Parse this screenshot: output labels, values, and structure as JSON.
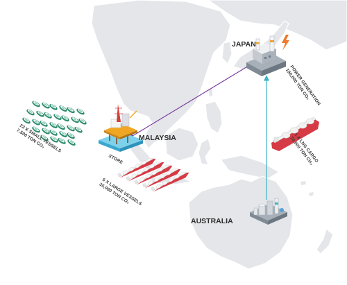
{
  "countries": {
    "japan": "JAPAN",
    "malaysia": "MALAYSIA",
    "australia": "AUSTRALIA"
  },
  "labels": {
    "store": "STORE",
    "power_generation": [
      "POWER GENERATION",
      "190,000 TON CO₂"
    ],
    "lng_cargo": [
      "1 X LNG CARGO",
      "70,000 TON CH₄"
    ],
    "small_vessels": [
      "23 X SMALL VESSELS",
      "7,500 TON CO₂"
    ],
    "large_vessels": [
      "5 X LARGE VESSELS",
      "35,000 TON CO₂"
    ]
  },
  "colors": {
    "map": "#e4e6ea",
    "route_co2": "#7b3fa0",
    "route_lng": "#39b3c6",
    "vessel_green": "#2e8b6e",
    "vessel_red": "#d63a45",
    "platform_base": "#44b9dc"
  },
  "icons": [
    "power-plant-icon",
    "lightning-icon",
    "oil-platform-icon",
    "lng-plant-icon",
    "lng-tanker-icon",
    "small-vessel-icon",
    "large-vessel-icon"
  ]
}
